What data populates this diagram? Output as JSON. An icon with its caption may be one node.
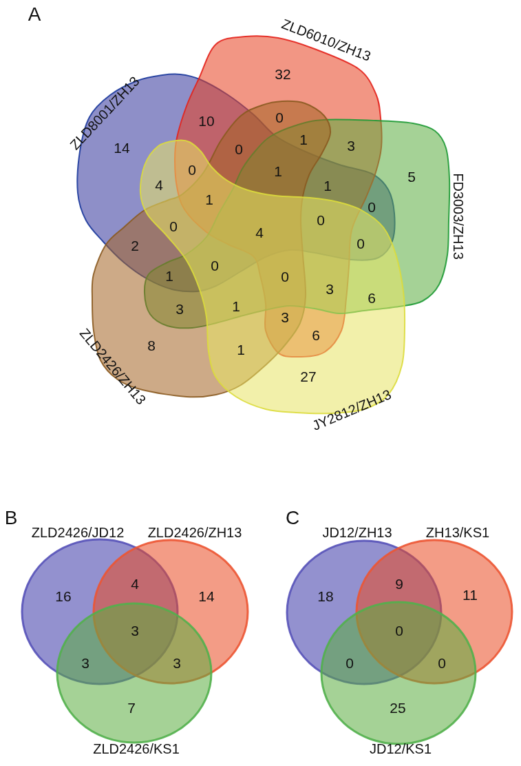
{
  "diagram": {
    "nodes": [
      {
        "text": [
          "ZLD8001/ZH13"
        ]
      },
      {
        "text": [
          "ZLD6010/ZH13"
        ]
      },
      {
        "text": [
          "FD3003/ZH13"
        ]
      },
      {
        "text": [
          "ZLD2426/ZH13"
        ]
      },
      {
        "text": [
          "JY2812/ZH13"
        ]
      },
      {
        "text": [
          "ZLD2426/JD12"
        ]
      },
      {
        "text": [
          "ZLD2426/ZH13"
        ]
      },
      {
        "text": [
          "ZLD2426/KS1"
        ]
      },
      {
        "text": [
          "JD12/ZH13"
        ]
      },
      {
        "text": [
          "ZH13/KS1"
        ]
      },
      {
        "text": [
          "JD12/KS1"
        ]
      }
    ],
    "labels": [
      "A",
      "32",
      "10",
      "0",
      "14",
      "0",
      "1",
      "3",
      "0",
      "1",
      "5",
      "4",
      "1",
      "1",
      "0",
      "0",
      "4",
      "0",
      "2",
      "0",
      "1",
      "0",
      "0",
      "3",
      "6",
      "3",
      "1",
      "3",
      "6",
      "8",
      "1",
      "27",
      "B",
      "16",
      "4",
      "14",
      "3",
      "3",
      "3",
      "7",
      "C",
      "18",
      "9",
      "11",
      "0",
      "0",
      "0",
      "25"
    ]
  }
}
